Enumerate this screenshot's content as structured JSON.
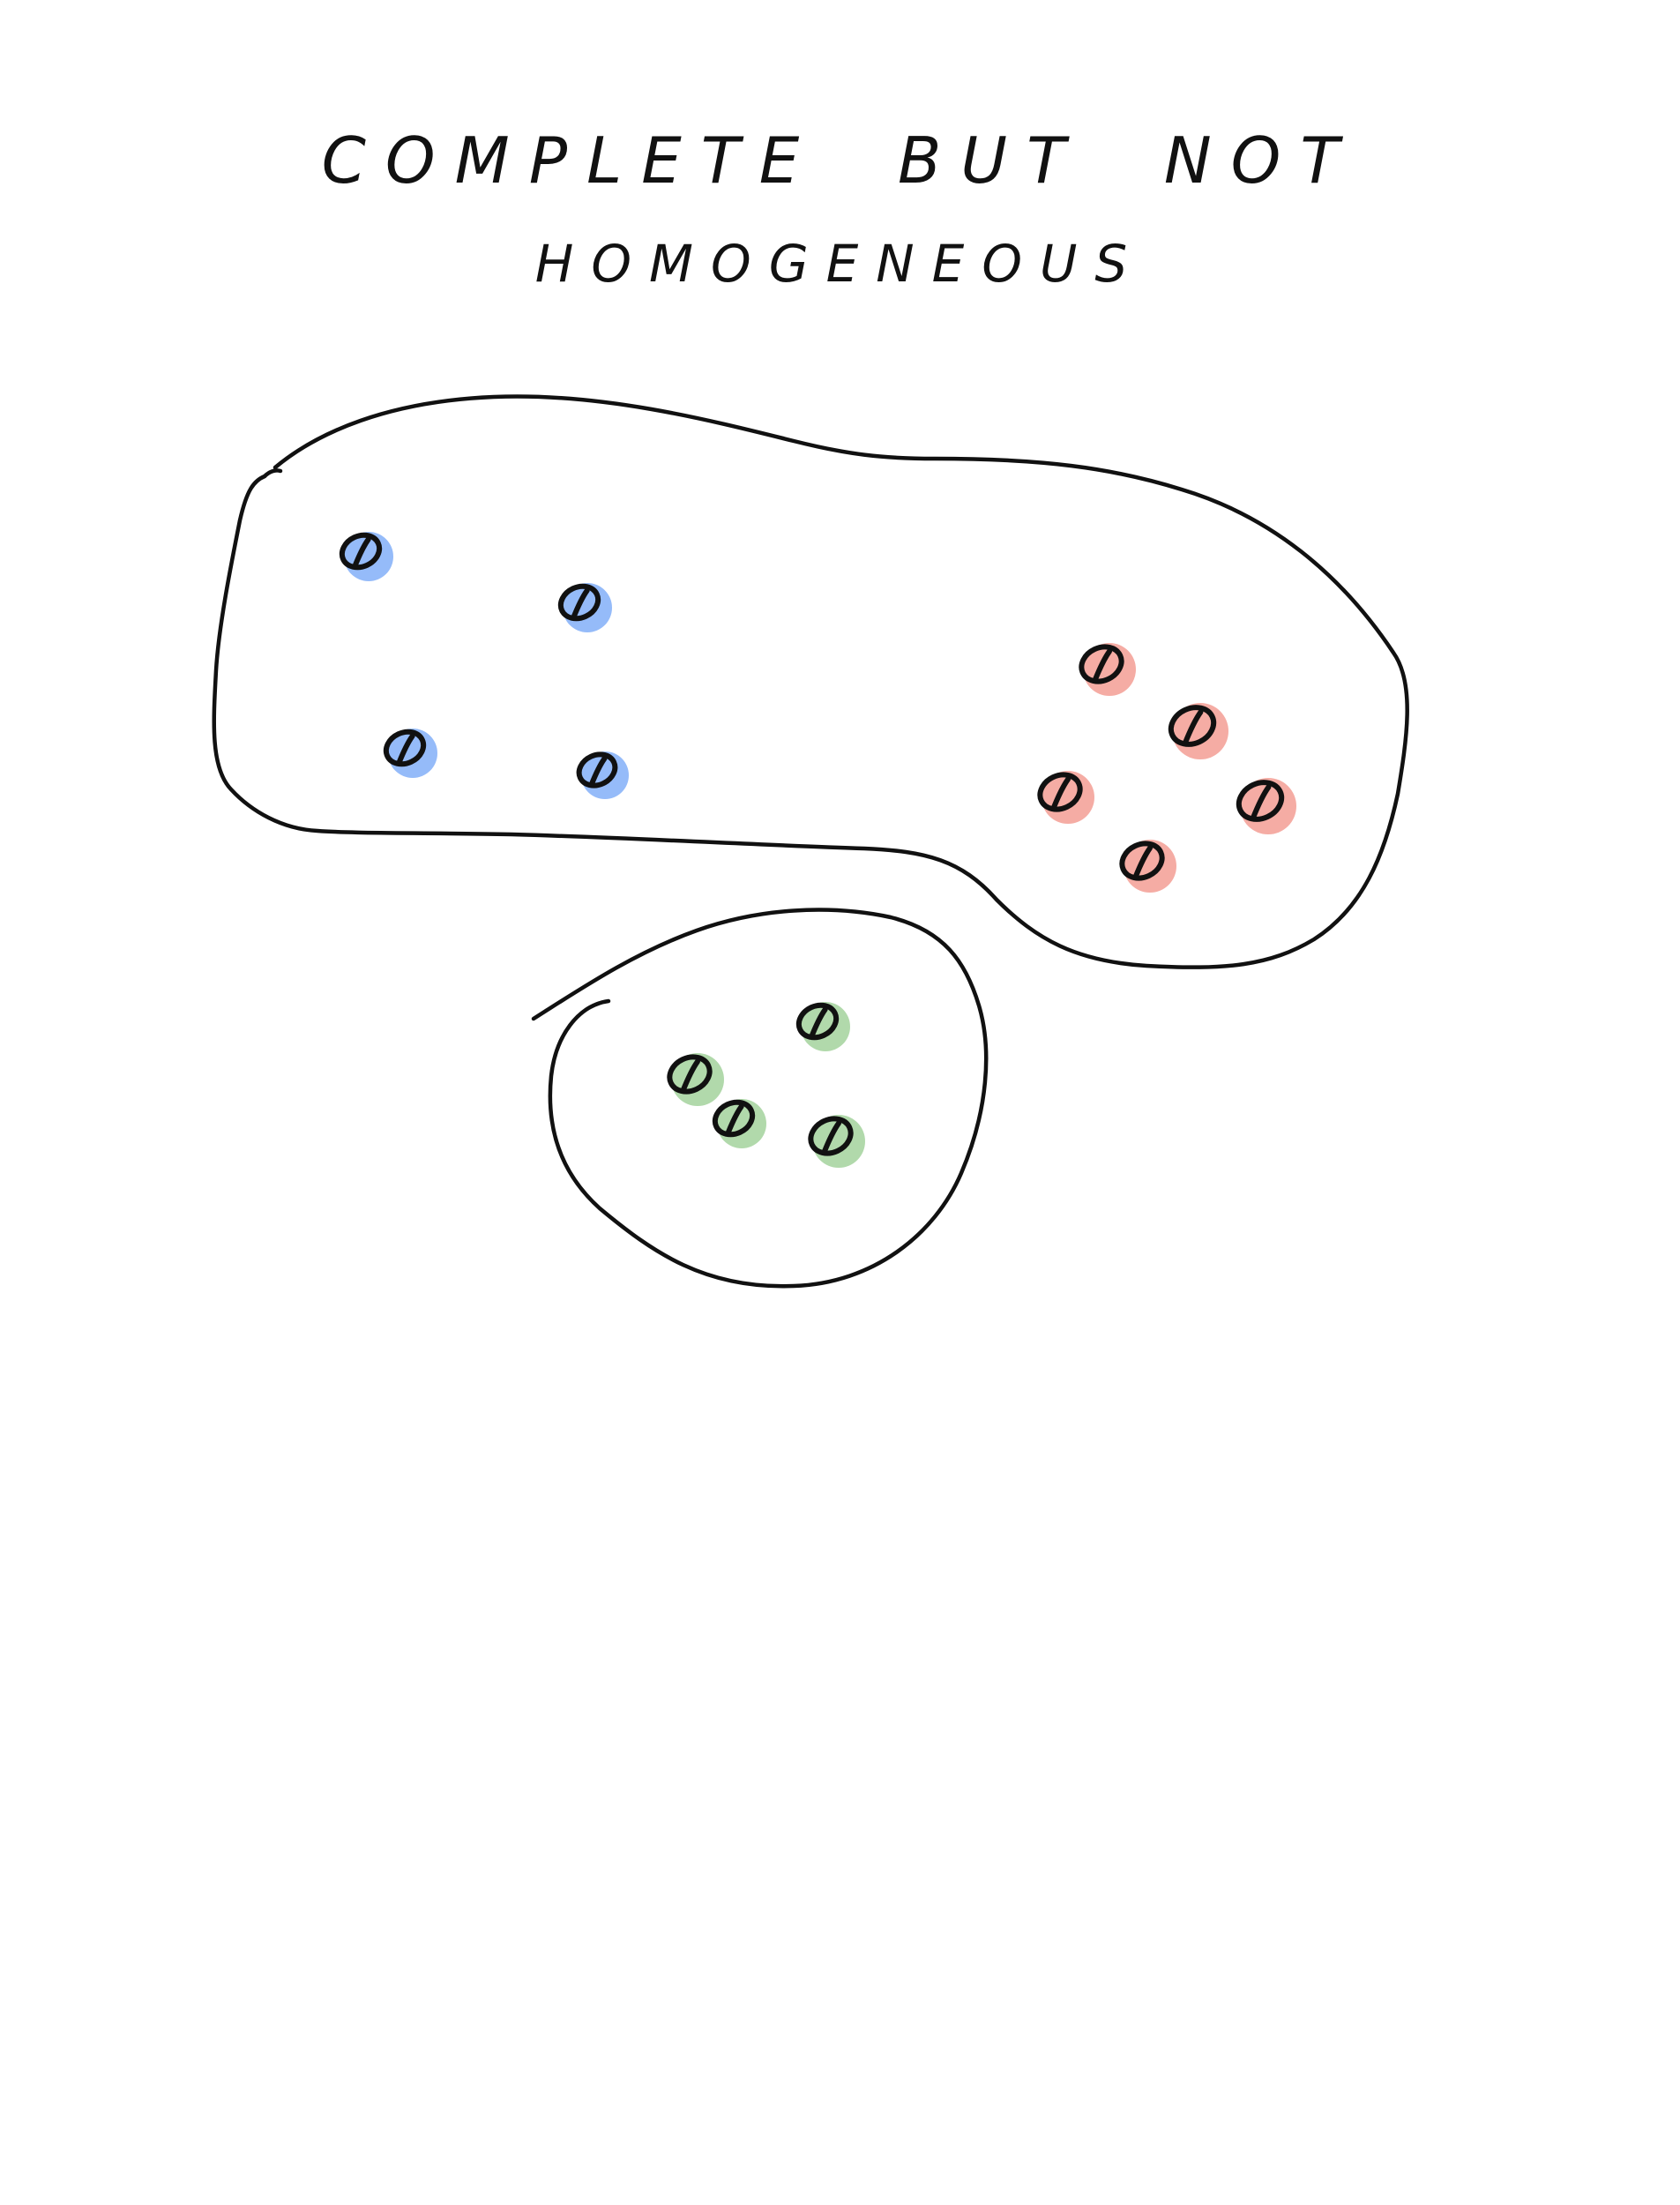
{
  "title": {
    "line1": "COMPLETE  BUT  NOT",
    "line2": "HOMOGENEOUS"
  },
  "colors": {
    "ink": "#111111",
    "blue": "#8ab4f8",
    "red": "#f4a39a",
    "green": "#a8d5a2",
    "background": "#ffffff"
  },
  "clusters": {
    "large": {
      "groups": [
        "blue",
        "red"
      ],
      "blue_point_count": 4,
      "red_point_count": 5
    },
    "small": {
      "groups": [
        "green"
      ],
      "green_point_count": 4
    }
  }
}
